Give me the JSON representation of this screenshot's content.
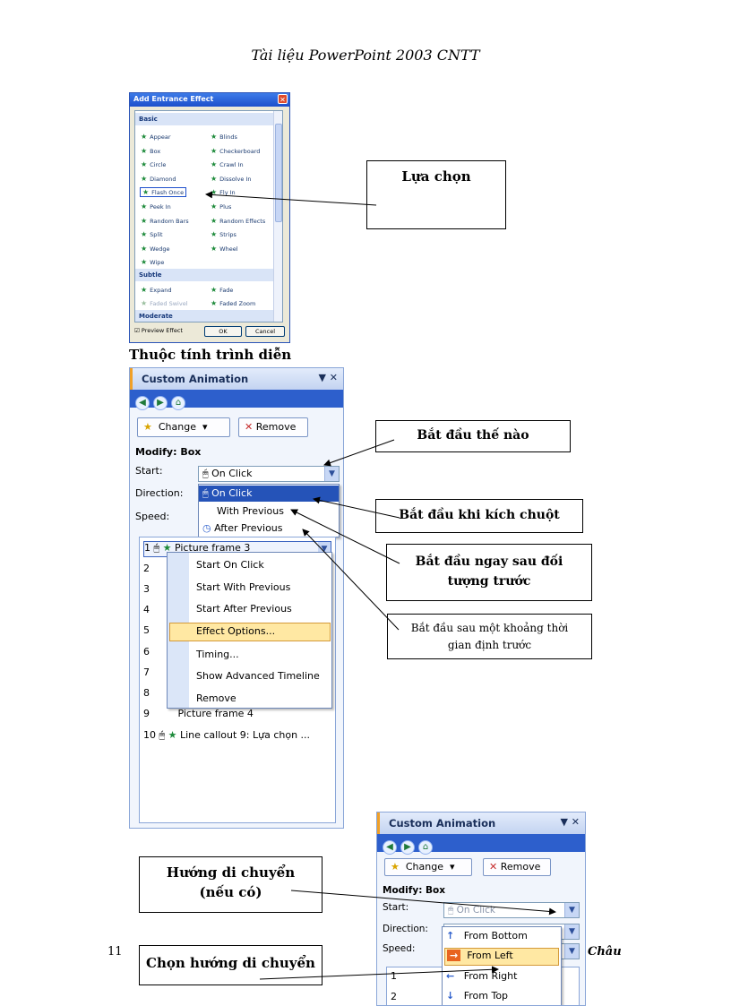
{
  "header": "Tài liệu PowerPoint 2003  CNTT",
  "dialog": {
    "title": "Add Entrance Effect",
    "groups": [
      "Basic",
      "Subtle",
      "Moderate"
    ],
    "basic_left": [
      "Appear",
      "Box",
      "Circle",
      "Diamond",
      "Flash Once",
      "Peek In",
      "Random Bars",
      "Split",
      "Wedge",
      "Wipe"
    ],
    "basic_right": [
      "Blinds",
      "Checkerboard",
      "Crawl In",
      "Dissolve In",
      "Fly In",
      "Plus",
      "Random Effects",
      "Strips",
      "Wheel"
    ],
    "subtle_left": [
      "Expand",
      "Faded Swivel"
    ],
    "subtle_right": [
      "Fade",
      "Faded Zoom"
    ],
    "preview": "Preview Effect",
    "ok": "OK",
    "cancel": "Cancel"
  },
  "callouts": {
    "lua_chon": "Lựa chọn",
    "bat_dau_the_nao": "Bắt đầu thế nào",
    "khi_kich_chuot": "Bắt đầu khi kích chuột",
    "ngay_sau": "Bắt đầu ngay sau đối tượng trước",
    "sau_khoang": "Bắt đầu sau một khoảng thời gian định  trước",
    "huong_di_chuyen": "Hướng di chuyển (nếu có)",
    "chon_huong": "Chọn hướng di chuyển"
  },
  "section_title": "Thuộc tính trình diễn",
  "panel1": {
    "title": "Custom Animation",
    "change": "Change",
    "remove": "Remove",
    "modify": "Modify: Box",
    "start_label": "Start:",
    "direction_label": "Direction:",
    "speed_label": "Speed:",
    "start_value": "On Click",
    "start_options": [
      "On Click",
      "With Previous",
      "After Previous"
    ],
    "item1": "Picture frame 3",
    "item9": "Picture frame 4",
    "item10": "Line callout 9: Lựa chọn ...",
    "row_numbers": [
      "1",
      "2",
      "3",
      "4",
      "5",
      "6",
      "7",
      "8",
      "9",
      "10"
    ],
    "context_menu": [
      "Start On Click",
      "Start With Previous",
      "Start After Previous",
      "Effect Options...",
      "Timing...",
      "Show Advanced Timeline",
      "Remove"
    ]
  },
  "panel2": {
    "title": "Custom Animation",
    "change": "Change",
    "remove": "Remove",
    "modify": "Modify: Box",
    "start_label": "Start:",
    "direction_label": "Direction:",
    "speed_label": "Speed:",
    "start_value": "On Click",
    "directions": [
      "From Bottom",
      "From Left",
      "From Right",
      "From Top"
    ],
    "row_numbers": [
      "1",
      "2"
    ]
  },
  "footer": {
    "page_number": "11",
    "author_fragment": "Châu"
  }
}
